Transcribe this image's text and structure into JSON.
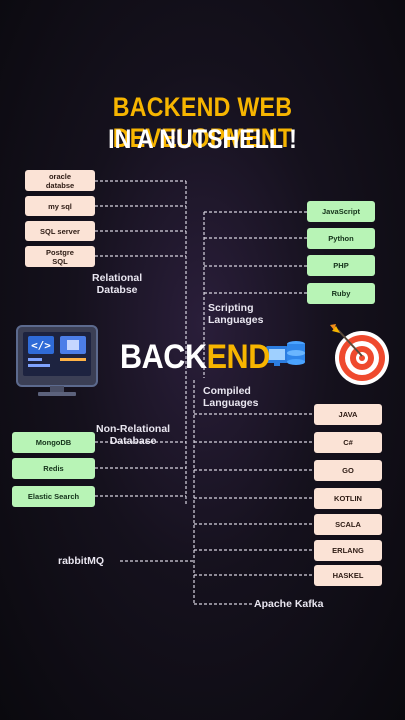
{
  "title_line1": "BACKEND WEB DEVELOPMENT",
  "title_line2": "IN A NUTSHELL !",
  "center": {
    "part1": "BACK",
    "part2": "END"
  },
  "relational": {
    "label": "Relational\nDatabse",
    "items": [
      "oracle\ndatabse",
      "my sql",
      "SQL server",
      "Postgre\nSQL"
    ]
  },
  "non_relational": {
    "label": "Non-Relational\nDatabase",
    "items": [
      "MongoDB",
      "Redis",
      "Elastic Search"
    ]
  },
  "scripting": {
    "label": "Scripting\nLanguages",
    "items": [
      "JavaScript",
      "Python",
      "PHP",
      "Ruby"
    ]
  },
  "compiled": {
    "label": "Compiled\nLanguages",
    "items": [
      "JAVA",
      "C#",
      "GO",
      "KOTLIN",
      "SCALA",
      "ERLANG",
      "HASKEL"
    ]
  },
  "queue1": "rabbitMQ",
  "queue2": "Apache Kafka",
  "icons": [
    "code-monitor-icon",
    "server-monitor-icon",
    "target-dart-icon"
  ],
  "colors": {
    "accent": "#f7b500",
    "relational_box": "#fbe3d6",
    "language_box": "#b8f4b6",
    "compiled_box": "#fbe3d6"
  }
}
